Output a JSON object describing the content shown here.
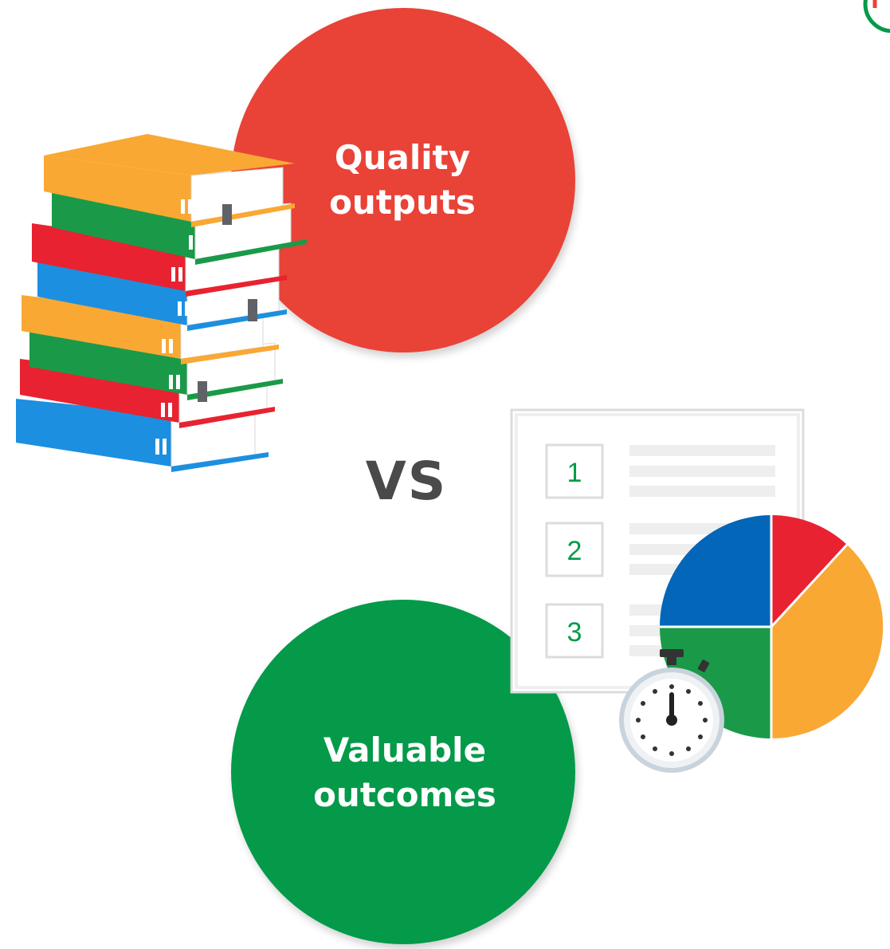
{
  "quality": {
    "line1": "Quality",
    "line2": "outputs"
  },
  "value": {
    "line1": "Valuable",
    "line2": "outcomes"
  },
  "vs": "VS",
  "checklist": {
    "items": [
      "1",
      "2",
      "3"
    ]
  },
  "colors": {
    "red": "#e94237",
    "green": "#049a49",
    "blue": "#1d8fe0",
    "orange": "#f9a834",
    "dark_text": "#4a4a4a"
  },
  "icons": [
    "books-stack-icon",
    "checklist-icon",
    "pie-chart-icon",
    "stopwatch-icon",
    "logo-icon"
  ]
}
